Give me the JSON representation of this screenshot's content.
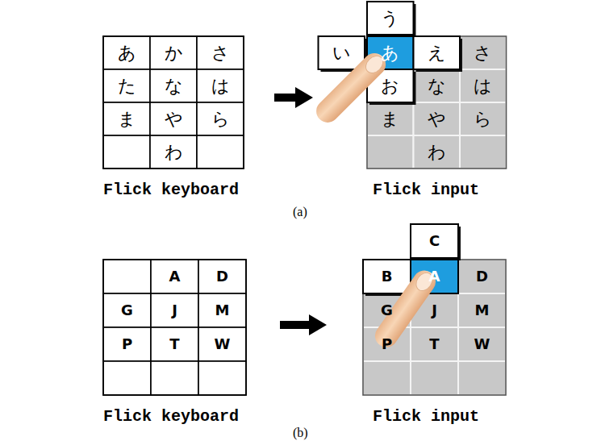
{
  "diagram": {
    "nodes": [
      {
        "text": [
          "あ"
        ]
      },
      {
        "text": [
          "か"
        ]
      },
      {
        "text": [
          "さ"
        ]
      },
      {
        "text": [
          "た"
        ]
      },
      {
        "text": [
          "な"
        ]
      },
      {
        "text": [
          "は"
        ]
      },
      {
        "text": [
          "ま"
        ]
      },
      {
        "text": [
          "や"
        ]
      },
      {
        "text": [
          "ら"
        ]
      },
      {
        "text": [
          "わ"
        ]
      },
      {
        "text": [
          "う"
        ]
      },
      {
        "text": [
          "い"
        ]
      },
      {
        "text": [
          "あ"
        ]
      },
      {
        "text": [
          "え"
        ]
      },
      {
        "text": [
          "さ"
        ]
      },
      {
        "text": [
          "お"
        ]
      },
      {
        "text": [
          "な"
        ]
      },
      {
        "text": [
          "は"
        ]
      },
      {
        "text": [
          "ま"
        ]
      },
      {
        "text": [
          "や"
        ]
      },
      {
        "text": [
          "ら"
        ]
      },
      {
        "text": [
          "わ"
        ]
      },
      {
        "text": [
          "A"
        ]
      },
      {
        "text": [
          "D"
        ]
      },
      {
        "text": [
          "G"
        ]
      },
      {
        "text": [
          "J"
        ]
      },
      {
        "text": [
          "M"
        ]
      },
      {
        "text": [
          "P"
        ]
      },
      {
        "text": [
          "T"
        ]
      },
      {
        "text": [
          "W"
        ]
      },
      {
        "text": [
          "C"
        ]
      },
      {
        "text": [
          "B"
        ]
      },
      {
        "text": [
          "A"
        ]
      },
      {
        "text": [
          "D"
        ]
      },
      {
        "text": [
          "G"
        ]
      },
      {
        "text": [
          "J"
        ]
      },
      {
        "text": [
          "M"
        ]
      },
      {
        "text": [
          "P"
        ]
      },
      {
        "text": [
          "T"
        ]
      },
      {
        "text": [
          "W"
        ]
      }
    ],
    "labels": [
      "Flick keyboard",
      "Flick input",
      "(a)",
      "Flick keyboard",
      "Flick input",
      "(b)"
    ]
  }
}
